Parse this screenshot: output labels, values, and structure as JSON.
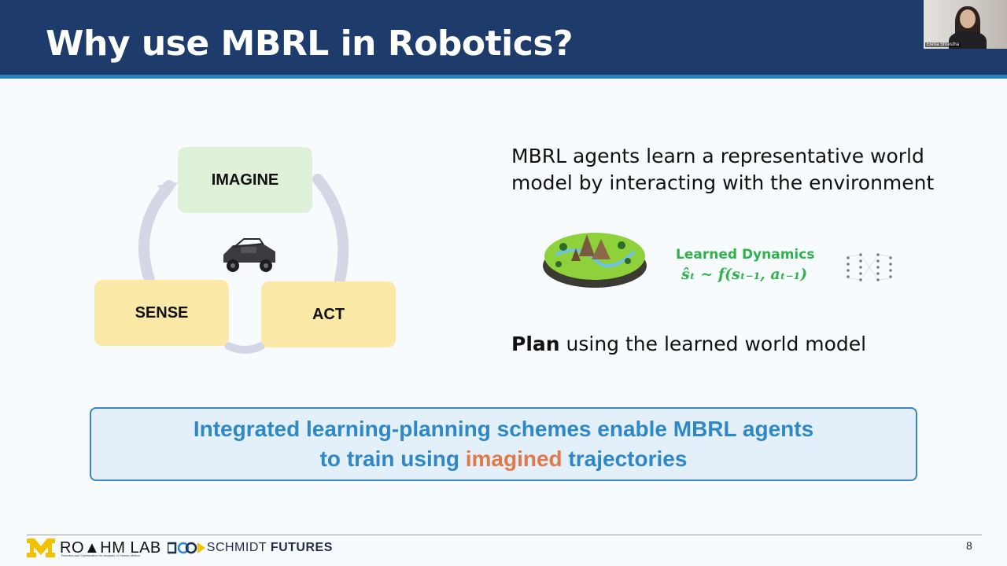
{
  "slide": {
    "title": "Why use MBRL in Robotics?",
    "page_number": "8"
  },
  "webcam": {
    "presenter_name": "Elena Shrestha"
  },
  "cycle": {
    "imagine_label": "IMAGINE",
    "sense_label": "SENSE",
    "act_label": "ACT"
  },
  "right": {
    "description": "MBRL agents learn a representative world model by interacting with the environment",
    "dynamics_title": "Learned Dynamics",
    "dynamics_equation": "ŝₜ ~ f(sₜ₋₁, aₜ₋₁)",
    "plan_bold": "Plan",
    "plan_rest": " using the learned world model"
  },
  "banner": {
    "line1": "Integrated learning-planning schemes enable MBRL agents",
    "line2_pre": "to train using ",
    "line2_highlight": "imagined",
    "line2_post": " trajectories"
  },
  "footer": {
    "lab_name": "RO▲HM LAB",
    "lab_subtitle": "Robotics and Optimization for Analysis of Human Motion",
    "sponsor_light": "SCHMIDT ",
    "sponsor_bold": "FUTURES"
  },
  "colors": {
    "header_bg": "#1d3c6c",
    "header_accent": "#2a7fbf",
    "banner_text": "#2f88c6",
    "highlight": "#e0784a",
    "dynamics_green": "#2fb24b"
  }
}
